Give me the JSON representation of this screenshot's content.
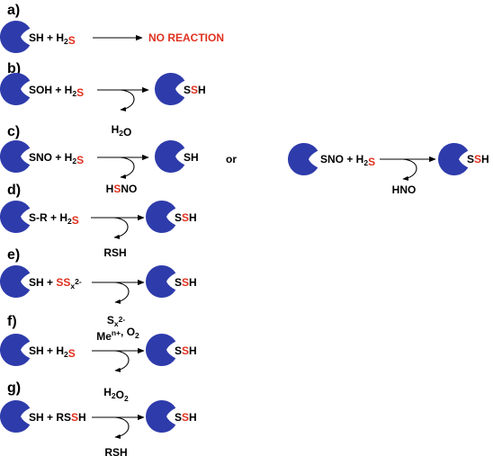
{
  "colors": {
    "protein": "#2e3bab",
    "highlight": "#e0301e",
    "text": "#000000"
  },
  "icons": {
    "protein": "protein-pacman-icon"
  },
  "panels": [
    {
      "label": "a)",
      "left": [
        {
          "t": "SH + H"
        },
        {
          "t": "2",
          "sub": true
        },
        {
          "t": "S",
          "red": true
        }
      ],
      "product": [
        {
          "t": "NO REACTION",
          "red": true
        }
      ],
      "byproduct": null,
      "above_arrow": null
    },
    {
      "label": "b)",
      "left": [
        {
          "t": "SOH + H"
        },
        {
          "t": "2",
          "sub": true
        },
        {
          "t": "S",
          "red": true
        }
      ],
      "product": [
        {
          "t": "S"
        },
        {
          "t": "S",
          "red": true
        },
        {
          "t": "H"
        }
      ],
      "byproduct": [
        {
          "t": "H"
        },
        {
          "t": "2",
          "sub": true
        },
        {
          "t": "O"
        }
      ],
      "above_arrow": null
    },
    {
      "label": "c)",
      "left": [
        {
          "t": "SNO + H"
        },
        {
          "t": "2",
          "sub": true
        },
        {
          "t": "S",
          "red": true
        }
      ],
      "product": [
        {
          "t": "SH"
        }
      ],
      "byproduct": [
        {
          "t": "H"
        },
        {
          "t": "S",
          "red": true
        },
        {
          "t": "NO"
        }
      ],
      "above_arrow": null,
      "connector": "or",
      "alt": {
        "left": [
          {
            "t": "SNO + H"
          },
          {
            "t": "2",
            "sub": true
          },
          {
            "t": "S",
            "red": true
          }
        ],
        "product": [
          {
            "t": "S"
          },
          {
            "t": "S",
            "red": true
          },
          {
            "t": "H"
          }
        ],
        "byproduct": [
          {
            "t": "HNO"
          }
        ]
      }
    },
    {
      "label": "d)",
      "left": [
        {
          "t": "S-R + H"
        },
        {
          "t": "2",
          "sub": true
        },
        {
          "t": "S",
          "red": true
        }
      ],
      "product": [
        {
          "t": "S"
        },
        {
          "t": "S",
          "red": true
        },
        {
          "t": "H"
        }
      ],
      "byproduct": [
        {
          "t": "RSH"
        }
      ],
      "above_arrow": null
    },
    {
      "label": "e)",
      "left": [
        {
          "t": "SH + "
        },
        {
          "t": "SS",
          "red": true
        },
        {
          "t": "x",
          "sub": true
        },
        {
          "t": "2-",
          "sup": true
        }
      ],
      "product": [
        {
          "t": "S"
        },
        {
          "t": "S",
          "red": true
        },
        {
          "t": "H"
        }
      ],
      "byproduct": [
        {
          "t": "S"
        },
        {
          "t": "x",
          "sub": true
        },
        {
          "t": "2-",
          "sup": true
        }
      ],
      "above_arrow": null
    },
    {
      "label": "f)",
      "left": [
        {
          "t": "SH + H"
        },
        {
          "t": "2",
          "sub": true
        },
        {
          "t": "S",
          "red": true
        }
      ],
      "product": [
        {
          "t": "S"
        },
        {
          "t": "S",
          "red": true
        },
        {
          "t": "H"
        }
      ],
      "byproduct": [
        {
          "t": "H"
        },
        {
          "t": "2",
          "sub": true
        },
        {
          "t": "O"
        },
        {
          "t": "2",
          "sub": true
        }
      ],
      "above_arrow": [
        {
          "t": "Me"
        },
        {
          "t": "n+",
          "sup": true
        },
        {
          "t": ", O"
        },
        {
          "t": "2",
          "sub": true
        }
      ]
    },
    {
      "label": "g)",
      "left": [
        {
          "t": "SH + RS"
        },
        {
          "t": "S",
          "red": true
        },
        {
          "t": "H"
        }
      ],
      "product": [
        {
          "t": "S"
        },
        {
          "t": "S",
          "red": true
        },
        {
          "t": "H"
        }
      ],
      "byproduct": [
        {
          "t": "RSH"
        }
      ],
      "above_arrow": null
    }
  ]
}
